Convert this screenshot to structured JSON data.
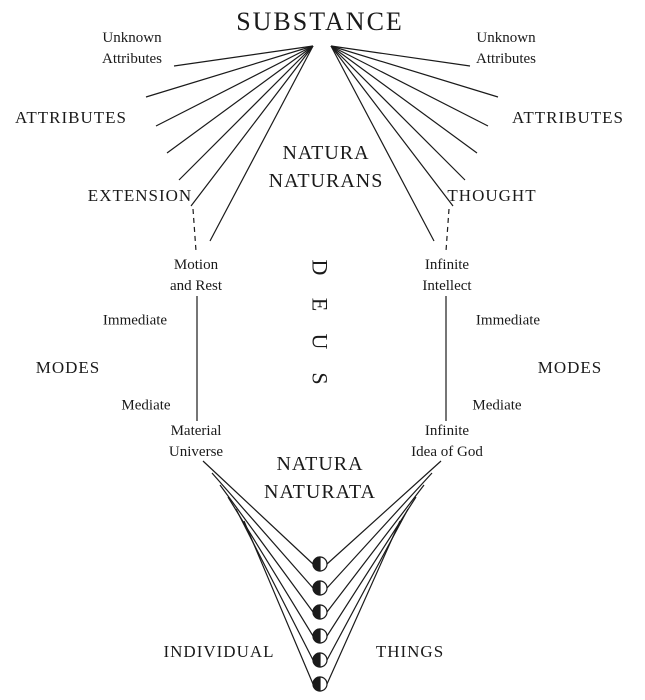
{
  "diagram": {
    "substance": "SUBSTANCE",
    "natura_naturans": {
      "line1": "NATURA",
      "line2": "NATURANS"
    },
    "natura_naturata": {
      "line1": "NATURA",
      "line2": "NATURATA"
    },
    "deus": [
      "D",
      "E",
      "U",
      "S"
    ],
    "left": {
      "unknown_attributes": {
        "line1": "Unknown",
        "line2": "Attributes"
      },
      "attributes": "ATTRIBUTES",
      "attribute_name": "EXTENSION",
      "immediate_mode": {
        "line1": "Motion",
        "line2": "and Rest"
      },
      "immediate": "Immediate",
      "modes": "MODES",
      "mediate": "Mediate",
      "mediate_mode": {
        "line1": "Material",
        "line2": "Universe"
      }
    },
    "right": {
      "unknown_attributes": {
        "line1": "Unknown",
        "line2": "Attributes"
      },
      "attributes": "ATTRIBUTES",
      "attribute_name": "THOUGHT",
      "immediate_mode": {
        "line1": "Infinite",
        "line2": "Intellect"
      },
      "immediate": "Immediate",
      "modes": "MODES",
      "mediate": "Mediate",
      "mediate_mode": {
        "line1": "Infinite",
        "line2": "Idea of God"
      }
    },
    "bottom": {
      "individual": "INDIVIDUAL",
      "things": "THINGS"
    },
    "colors": {
      "ink": "#1a1a1a",
      "background": "#ffffff"
    }
  }
}
